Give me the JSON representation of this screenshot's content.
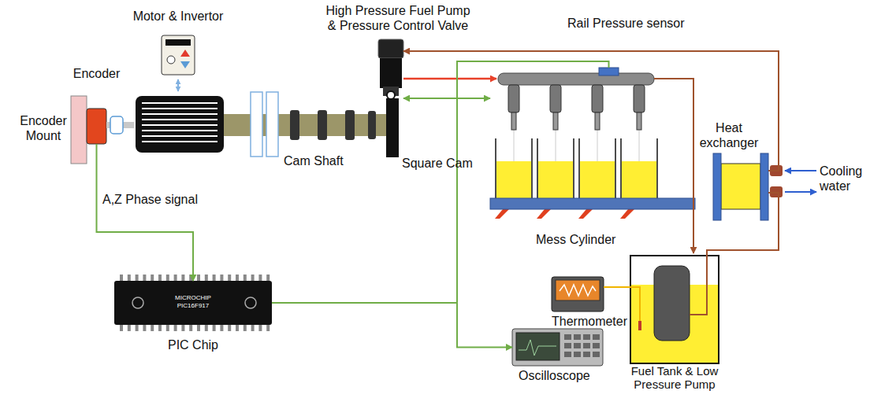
{
  "diagram": {
    "nodes": [
      {
        "text": [
          "Encoder Mount"
        ]
      },
      {
        "text": [
          "Encoder"
        ]
      },
      {
        "text": [
          "Motor & Invertor"
        ]
      },
      {
        "text": [
          "Cam Shaft"
        ]
      },
      {
        "text": [
          "Square Cam"
        ]
      },
      {
        "text": [
          "High Pressure Fuel Pump & Pressure Control Valve"
        ]
      },
      {
        "text": [
          "Rail Pressure sensor"
        ]
      },
      {
        "text": [
          "Mess Cylinder"
        ]
      },
      {
        "text": [
          "Heat exchanger"
        ]
      },
      {
        "text": [
          "Thermometer"
        ]
      },
      {
        "text": [
          "Fuel Tank & Low Pressure Pump"
        ]
      },
      {
        "text": [
          "MICROCHIP PIC16F917",
          "PIC Chip"
        ]
      },
      {
        "text": [
          "Oscilloscope"
        ]
      }
    ],
    "edges": [
      {
        "from": 1,
        "to": 11,
        "arrow": "to",
        "label": "A,Z Phase signal"
      },
      {
        "from": 11,
        "to": 12,
        "arrow": "to"
      },
      {
        "from": 11,
        "to": 6,
        "arrow": "none"
      },
      {
        "from": 5,
        "to": 7,
        "arrow": "both"
      },
      {
        "from": 8,
        "to": 5,
        "arrow": "to"
      },
      {
        "from": 10,
        "to": 8,
        "arrow": "none"
      },
      {
        "from": 9,
        "to": 10,
        "arrow": "none"
      }
    ],
    "labels": [
      "Cooling water"
    ]
  }
}
